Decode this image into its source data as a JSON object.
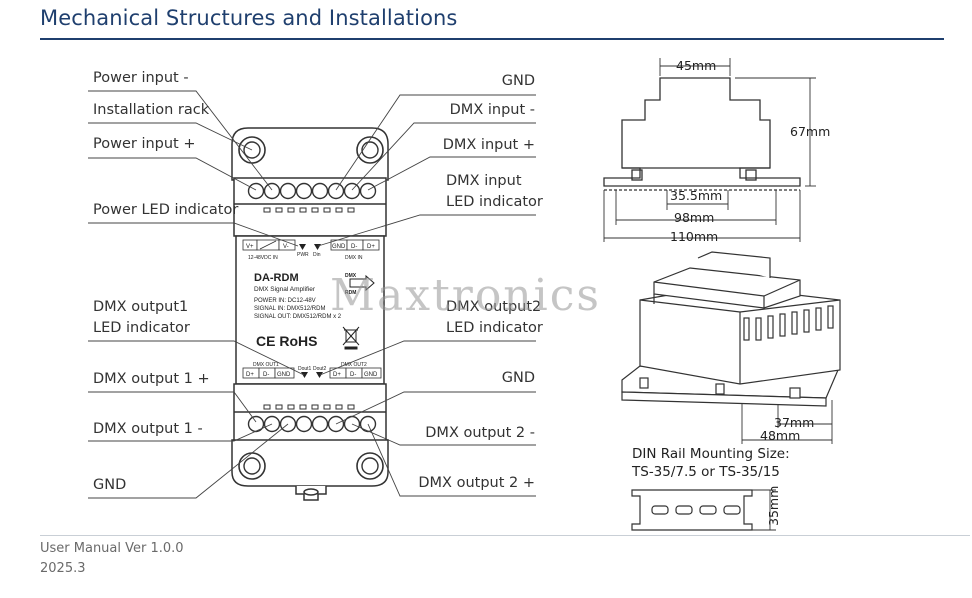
{
  "header": {
    "title": "Mechanical Structures and Installations"
  },
  "labels_left": {
    "power_input_minus": "Power input -",
    "installation_rack": "Installation rack",
    "power_input_plus": "Power input +",
    "power_led": "Power LED indicator",
    "dmx_output1_led_line1": "DMX output1",
    "dmx_output1_led_line2": "LED indicator",
    "dmx_output1_plus": "DMX output 1 +",
    "dmx_output1_minus": "DMX output 1 -",
    "gnd_bottom_left": "GND"
  },
  "labels_right": {
    "gnd_top": "GND",
    "dmx_input_minus": "DMX input -",
    "dmx_input_plus": "DMX input +",
    "dmx_input_led_line1": "DMX input",
    "dmx_input_led_line2": "LED indicator",
    "dmx_output2_led_line1": "DMX output2",
    "dmx_output2_led_line2": "LED indicator",
    "gnd_mid": "GND",
    "dmx_output2_minus": "DMX output 2 -",
    "dmx_output2_plus": "DMX output 2 +"
  },
  "device": {
    "top_terminals": [
      "V+",
      "V-",
      "GND",
      "D-",
      "D+"
    ],
    "top_power_caption": "12-48VDC IN",
    "top_dmx_caption": "DMX IN",
    "led_pwr": "PWR",
    "led_din": "Din",
    "model": "DA-RDM",
    "subtitle": "DMX Signal Amplifier",
    "spec1": "POWER IN: DC12-48V",
    "spec2": "SIGNAL IN: DMX512/RDM",
    "spec3": "SIGNAL OUT: DMX512/RDM x 2",
    "dmx_logo_top": "DMX",
    "dmx_logo_bottom": "RDM",
    "certs": "CE RoHS",
    "bottom_terminals": [
      "D+",
      "D-",
      "GND",
      "D+",
      "D-",
      "GND"
    ],
    "out1_caption": "DMX OUT1",
    "out2_caption": "DMX OUT2",
    "led_dout1": "Dout1",
    "led_dout2": "Dout2"
  },
  "dimensions": {
    "width_top": "45mm",
    "height": "67mm",
    "rail_slot": "35.5mm",
    "inner_width": "98mm",
    "overall_width": "110mm",
    "iso_inner": "37mm",
    "iso_outer": "48mm",
    "rail_height": "35mm"
  },
  "din_rail": {
    "line1": "DIN Rail Mounting Size:",
    "line2": "TS-35/7.5 or TS-35/15"
  },
  "watermark": "Maxtronics",
  "footer": {
    "manual": "User Manual Ver 1.0.0",
    "year": "2025.3"
  }
}
